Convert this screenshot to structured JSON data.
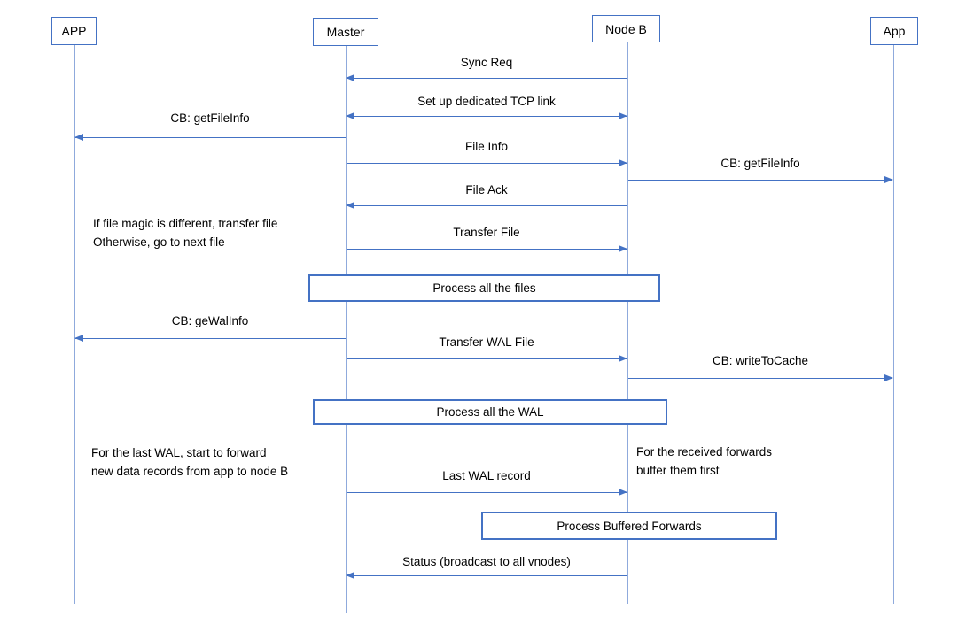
{
  "diagram": {
    "actors": {
      "app_left": "APP",
      "master": "Master",
      "node_b": "Node B",
      "app_right": "App"
    },
    "messages": {
      "sync_req": "Sync Req",
      "tcp_link": "Set up dedicated TCP link",
      "cb_getfileinfo_left": "CB: getFileInfo",
      "file_info": "File Info",
      "cb_getfileinfo_right": "CB: getFileInfo",
      "file_ack": "File Ack",
      "transfer_file": "Transfer File",
      "cb_gewalinfo": "CB: geWalInfo",
      "transfer_wal_file": "Transfer WAL File",
      "cb_writetocache": "CB: writeToCache",
      "last_wal_record": "Last WAL record",
      "status_broadcast": "Status (broadcast to all vnodes)"
    },
    "process_boxes": {
      "process_files": "Process all the files",
      "process_wal": "Process all the WAL",
      "process_buffered": "Process Buffered Forwards"
    },
    "notes": {
      "file_magic_line1": "If file magic is different, transfer file",
      "file_magic_line2": "Otherwise, go to next file",
      "last_wal_line1": "For the last WAL, start to forward",
      "last_wal_line2": "new data records from app to node B",
      "forwards_line1": "For the received forwards",
      "forwards_line2": "buffer them first"
    },
    "colors": {
      "line": "#4472C4",
      "lifeline": "#8FAADC",
      "background": "#FFFFFF",
      "text": "#000000"
    }
  }
}
